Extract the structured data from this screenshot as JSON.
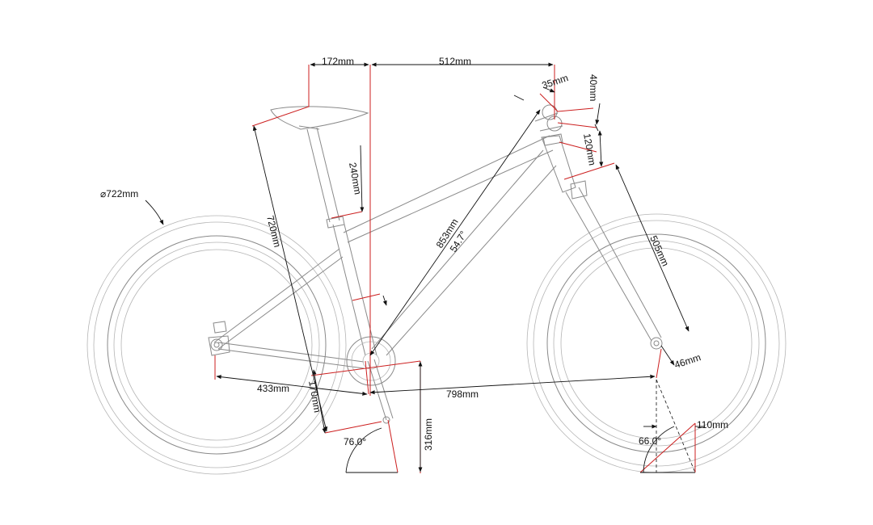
{
  "dimensions": {
    "wheel_diameter": "⌀722mm",
    "saddle_setback": "172mm",
    "reach": "512mm",
    "stem_length": "35mm",
    "stem_rise": "40mm",
    "spacer_stack": "120mm",
    "seatpost_extension": "240mm",
    "saddle_height": "720mm",
    "top_tube": "853mm",
    "seat_tube_angle_label": "54.7°",
    "fork_length": "505mm",
    "fork_offset": "46mm",
    "chainstay": "433mm",
    "crank_length": "170mm",
    "wheelbase": "798mm",
    "bb_height": "316mm",
    "seat_angle": "76.0°",
    "head_angle": "66.0°",
    "trail": "110mm"
  },
  "colors": {
    "frame": "#8a8a8a",
    "dimension_line": "#111111",
    "reference_line": "#cc1f1f"
  }
}
